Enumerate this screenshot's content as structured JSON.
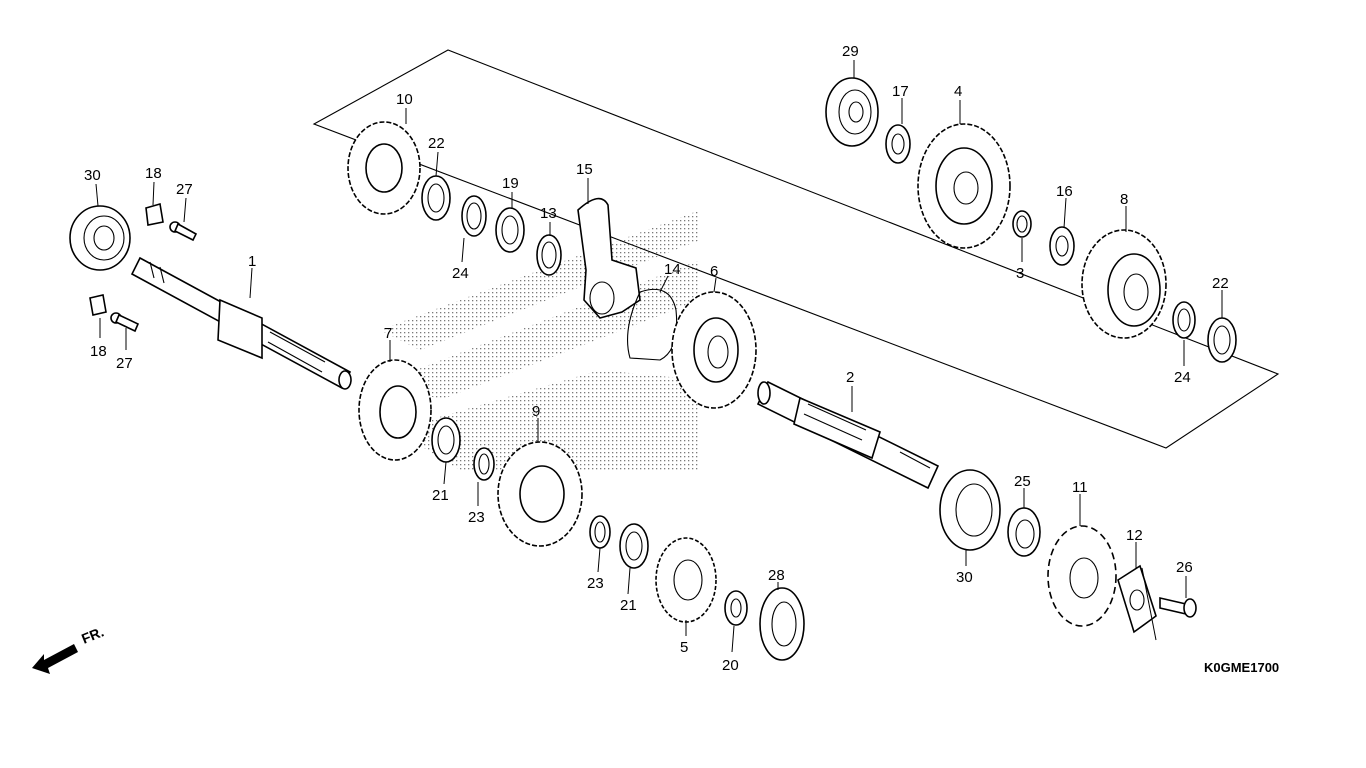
{
  "diagram": {
    "drawing_code": "K0GME1700",
    "front_marker": "FR.",
    "callouts": [
      {
        "id": "c30a",
        "text": "30"
      },
      {
        "id": "c18a",
        "text": "18"
      },
      {
        "id": "c27a",
        "text": "27"
      },
      {
        "id": "c18b",
        "text": "18"
      },
      {
        "id": "c27b",
        "text": "27"
      },
      {
        "id": "c1",
        "text": "1"
      },
      {
        "id": "c10",
        "text": "10"
      },
      {
        "id": "c22a",
        "text": "22"
      },
      {
        "id": "c24a",
        "text": "24"
      },
      {
        "id": "c19",
        "text": "19"
      },
      {
        "id": "c13",
        "text": "13"
      },
      {
        "id": "c15",
        "text": "15"
      },
      {
        "id": "c14",
        "text": "14"
      },
      {
        "id": "c6",
        "text": "6"
      },
      {
        "id": "c7",
        "text": "7"
      },
      {
        "id": "c21a",
        "text": "21"
      },
      {
        "id": "c23a",
        "text": "23"
      },
      {
        "id": "c9",
        "text": "9"
      },
      {
        "id": "c23b",
        "text": "23"
      },
      {
        "id": "c21b",
        "text": "21"
      },
      {
        "id": "c5",
        "text": "5"
      },
      {
        "id": "c20",
        "text": "20"
      },
      {
        "id": "c28",
        "text": "28"
      },
      {
        "id": "c29",
        "text": "29"
      },
      {
        "id": "c17",
        "text": "17"
      },
      {
        "id": "c4",
        "text": "4"
      },
      {
        "id": "c16",
        "text": "16"
      },
      {
        "id": "c3",
        "text": "3"
      },
      {
        "id": "c8",
        "text": "8"
      },
      {
        "id": "c22b",
        "text": "22"
      },
      {
        "id": "c24b",
        "text": "24"
      },
      {
        "id": "c2",
        "text": "2"
      },
      {
        "id": "c30b",
        "text": "30"
      },
      {
        "id": "c25",
        "text": "25"
      },
      {
        "id": "c11",
        "text": "11"
      },
      {
        "id": "c12",
        "text": "12"
      },
      {
        "id": "c26",
        "text": "26"
      }
    ]
  }
}
